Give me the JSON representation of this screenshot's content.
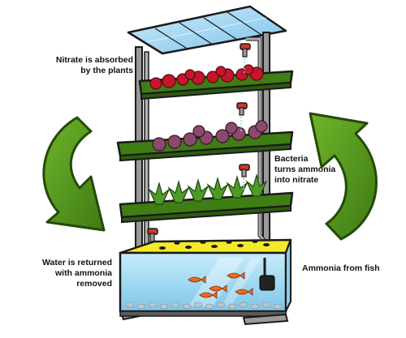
{
  "labels": {
    "nitrate_absorbed": "Nitrate is absorbed\nby the plants",
    "bacteria": "Bacteria\nturns ammonia\ninto nitrate",
    "water_returned": "Water is returned\nwith ammonia\nremoved",
    "ammonia_from_fish": "Ammonia from fish"
  },
  "colors": {
    "arrow_green": "#4f8f1e",
    "arrow_dark": "#2f5e0c",
    "tray_green": "#4b8b1f",
    "tray_dark": "#2d5a10",
    "frame_gray": "#9a9a9a",
    "roof_blue": "#9fd3ef",
    "water_blue": "#a8dcf2",
    "tank_top_yellow": "#f4ea2a",
    "red_plants": "#c4162d",
    "purple_plants": "#8a4a6c",
    "leafy_plants": "#4f9a2a",
    "fish_orange": "#f06a1a",
    "pipe_red": "#d4332a"
  },
  "icons": [
    "cycle-arrow-left-icon",
    "cycle-arrow-right-icon",
    "tap-icon",
    "fish-icon",
    "pump-icon"
  ]
}
